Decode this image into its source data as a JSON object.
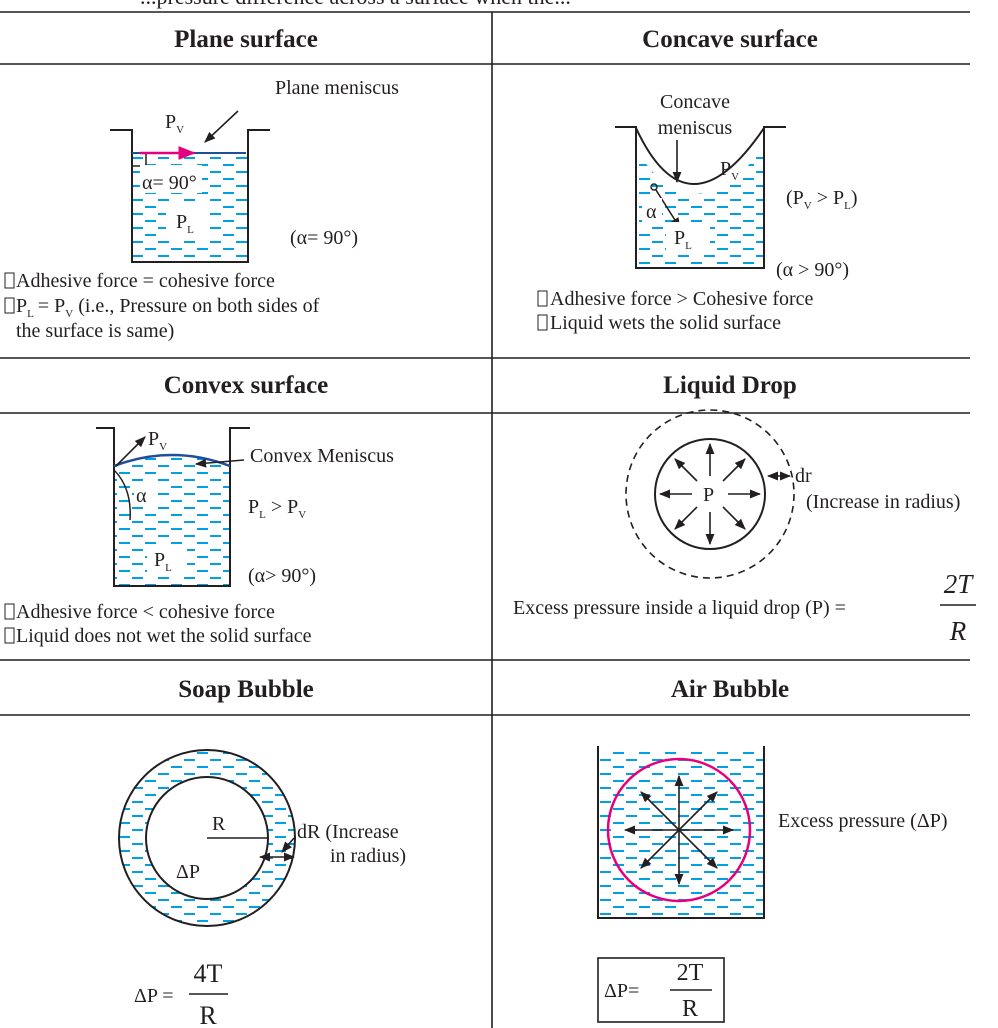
{
  "intro_text": "...pressure difference across a surface when the...",
  "cells": {
    "plane": {
      "title": "Plane surface",
      "meniscus_label": "Plane meniscus",
      "pv": "P",
      "pv_sub": "V",
      "pl": "P",
      "pl_sub": "L",
      "angle_label": "α= 90°",
      "condition": "(α= 90°)",
      "notes": [
        "Adhesive force = cohesive force",
        "= P",
        " (i.e., Pressure on both sides of",
        "the surface is same)"
      ]
    },
    "concave": {
      "title": "Concave surface",
      "meniscus_label_1": "Concave",
      "meniscus_label_2": "meniscus",
      "pv": "P",
      "pv_sub": "V",
      "pl": "P",
      "pl_sub": "L",
      "alpha": "α",
      "pressure_relation": "(P",
      "pressure_relation_mid": " > P",
      "pressure_relation_end": ")",
      "condition": "(α > 90°)",
      "notes": [
        "Adhesive force > Cohesive force",
        "Liquid wets the solid surface"
      ]
    },
    "convex": {
      "title": "Convex surface",
      "meniscus_label": "Convex Meniscus",
      "pv": "P",
      "pv_sub": "V",
      "pl": "P",
      "pl_sub": "L",
      "alpha": "α",
      "pressure_relation": "P",
      "pressure_relation_mid": " > P",
      "condition": "(α> 90°)",
      "notes": [
        "Adhesive force < cohesive force",
        "Liquid does not wet the solid surface"
      ]
    },
    "drop": {
      "title": "Liquid Drop",
      "center": "P",
      "dr_label": "dr",
      "dr_note": "(Increase in radius)",
      "formula_text": "Excess pressure inside a liquid drop (P) =",
      "formula_num": "2T",
      "formula_den": "R"
    },
    "soap": {
      "title": "Soap Bubble",
      "radius": "R",
      "delta_p": "ΔP",
      "dR_label_1": "dR (Increase",
      "dR_label_2": "in radius)",
      "formula_lhs": "ΔP =",
      "formula_num": "4T",
      "formula_den": "R"
    },
    "air": {
      "title": "Air Bubble",
      "excess_label": "Excess pressure (ΔP)",
      "formula_lhs": "ΔP=",
      "formula_num": "2T",
      "formula_den": "R"
    }
  },
  "colors": {
    "water": "#00a0e3",
    "accent": "#e6007e",
    "ink": "#231f20",
    "meniscus": "#1f4e9e"
  }
}
